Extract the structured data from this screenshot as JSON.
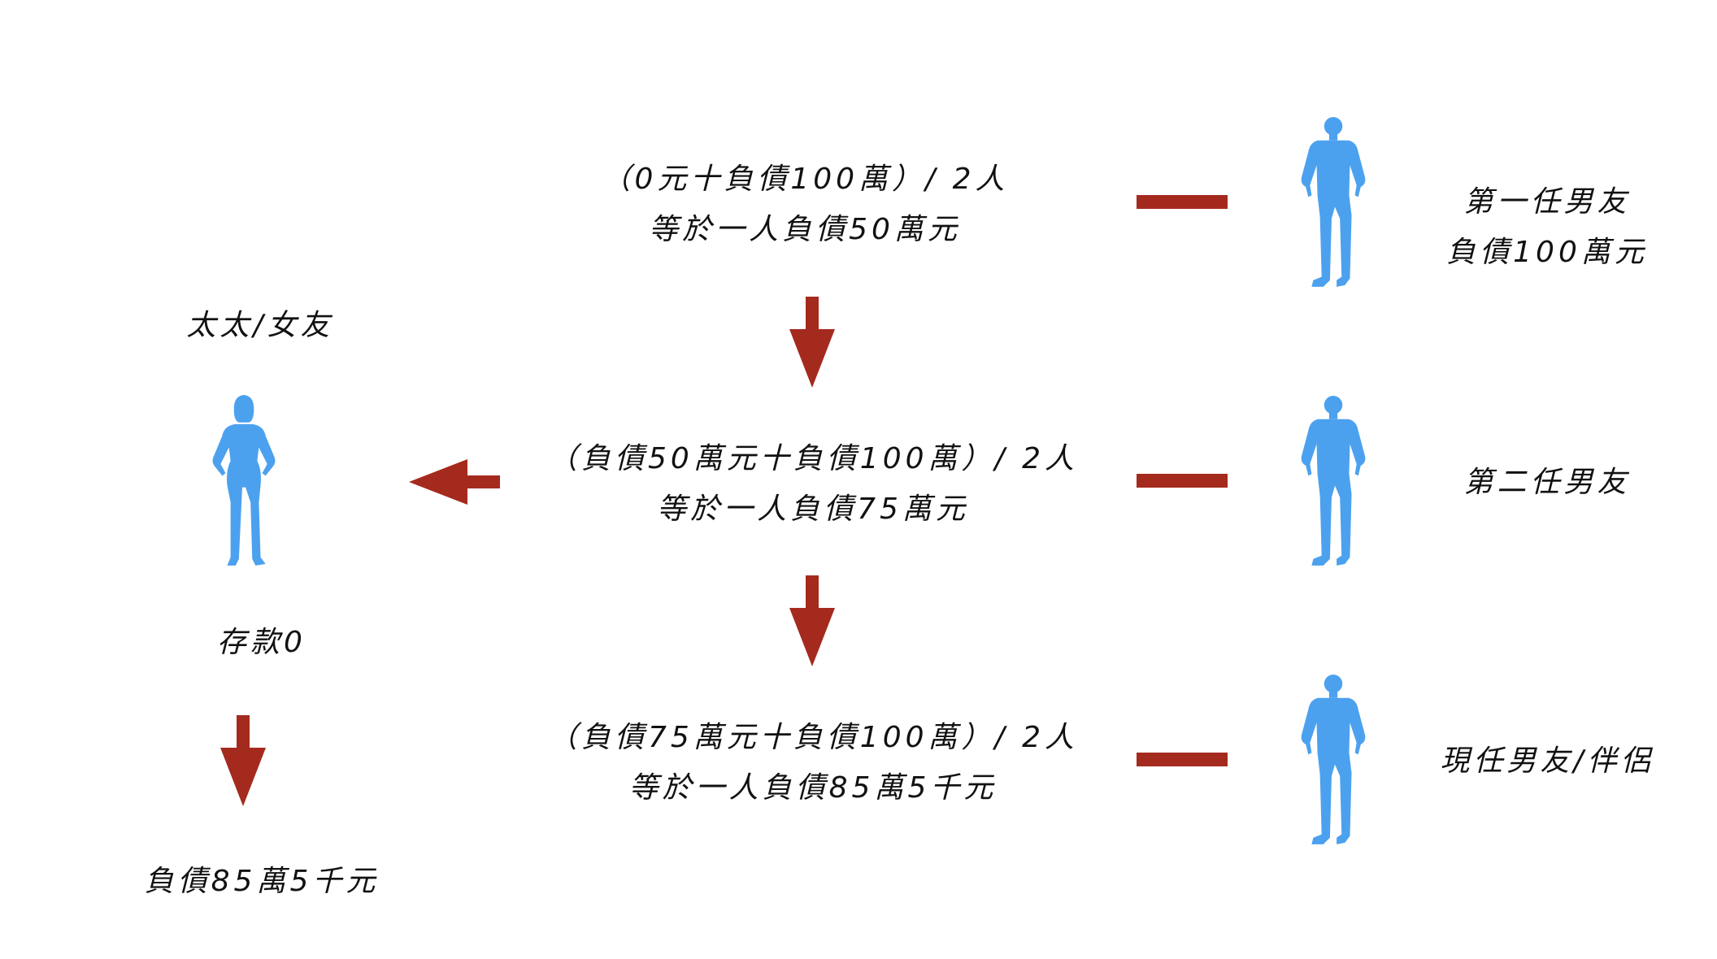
{
  "colors": {
    "arrow": "#a52a1e",
    "figure": "#4ca1ef",
    "text": "#111111",
    "background": "#ffffff"
  },
  "icons": {
    "woman": "woman-silhouette-icon",
    "man": "man-silhouette-icon",
    "arrow": "arrow-icon",
    "bar": "connector-bar"
  },
  "woman": {
    "label": "太太/女友",
    "savings": "存款0",
    "final_debt": "負債85萬5千元"
  },
  "steps": [
    {
      "line1": "（0元十負債100萬）/ 2人",
      "line2": "等於一人負債50萬元"
    },
    {
      "line1": "（負債50萬元十負債100萬）/ 2人",
      "line2": "等於一人負債75萬元"
    },
    {
      "line1": "（負債75萬元十負債100萬）/ 2人",
      "line2": "等於一人負債85萬5千元"
    }
  ],
  "men": [
    {
      "line1": "第一任男友",
      "line2": "負債100萬元"
    },
    {
      "line1": "第二任男友",
      "line2": ""
    },
    {
      "line1": "現任男友/伴侶",
      "line2": ""
    }
  ]
}
